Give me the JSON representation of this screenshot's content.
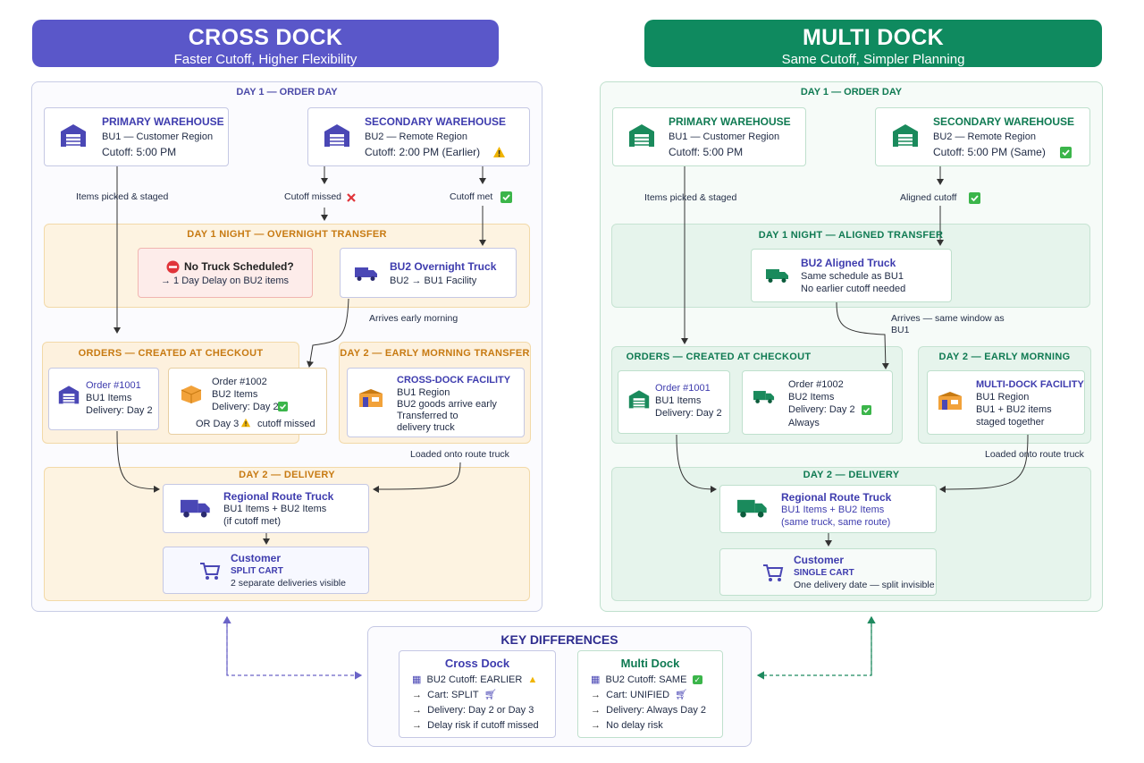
{
  "cross": {
    "title": "CROSS DOCK",
    "subtitle": "Faster Cutoff, Higher Flexibility",
    "day1": "DAY 1 — ORDER DAY",
    "primary": {
      "title": "PRIMARY WAREHOUSE",
      "line1": "BU1 — Customer Region",
      "line2": "Cutoff:  5:00 PM"
    },
    "secondary": {
      "title": "SECONDARY WAREHOUSE",
      "line1": "BU2 — Remote Region",
      "line2": "Cutoff:  2:00 PM  (Earlier)"
    },
    "lbl_picked": "Items picked & staged",
    "lbl_missed": "Cutoff missed",
    "lbl_met": "Cutoff met",
    "night": "DAY 1 NIGHT — OVERNIGHT TRANSFER",
    "no_truck": {
      "title": "No Truck Scheduled?",
      "line1": "→ 1 Day Delay on BU2 items"
    },
    "overnight": {
      "title": "BU2 Overnight Truck",
      "line1": "BU2 → BU1 Facility"
    },
    "lbl_arrives": "Arrives early morning",
    "orders": "ORDERS — CREATED AT CHECKOUT",
    "order1": {
      "title": "Order #1001",
      "line1": "BU1 Items",
      "line2": "Delivery: Day 2"
    },
    "order2": {
      "title": "Order #1002",
      "line1": "BU2 Items",
      "line2": "Delivery: Day 2",
      "line3a": "OR Day 3",
      "line3b": "cutoff missed"
    },
    "early": "DAY 2 — EARLY MORNING TRANSFER",
    "facility": {
      "title": "CROSS-DOCK FACILITY",
      "line1": "BU1 Region",
      "line2": "BU2 goods arrive early",
      "line3": "Transferred to",
      "line4": "delivery truck"
    },
    "lbl_loaded": "Loaded onto route truck",
    "delivery": "DAY 2 — DELIVERY",
    "route": {
      "title": "Regional Route Truck",
      "line1": "BU1 Items + BU2 Items",
      "line2": "(if cutoff met)"
    },
    "customer": {
      "title": "Customer",
      "line1": "SPLIT CART",
      "line2": "2 separate deliveries visible"
    }
  },
  "multi": {
    "title": "MULTI DOCK",
    "subtitle": "Same Cutoff, Simpler Planning",
    "day1": "DAY 1 — ORDER DAY",
    "primary": {
      "title": "PRIMARY WAREHOUSE",
      "line1": "BU1 — Customer Region",
      "line2": "Cutoff:  5:00 PM"
    },
    "secondary": {
      "title": "SECONDARY WAREHOUSE",
      "line1": "BU2 — Remote Region",
      "line2": "Cutoff:  5:00 PM   (Same)"
    },
    "lbl_picked": "Items picked & staged",
    "lbl_aligned": "Aligned cutoff",
    "night": "DAY 1 NIGHT — ALIGNED TRANSFER",
    "aligned": {
      "title": "BU2 Aligned Truck",
      "line1": "Same schedule as BU1",
      "line2": "No earlier cutoff needed"
    },
    "lbl_arrives1": "Arrives — same window as",
    "lbl_arrives2": "BU1",
    "orders": "ORDERS — CREATED AT CHECKOUT",
    "order1": {
      "title": "Order #1001",
      "line1": "BU1 Items",
      "line2": "Delivery: Day 2"
    },
    "order2": {
      "title": "Order #1002",
      "line1": "BU2 Items",
      "line2": "Delivery: Day 2",
      "line3": "Always"
    },
    "early": "DAY 2 — EARLY MORNING",
    "facility": {
      "title": "MULTI-DOCK FACILITY",
      "line1": "BU1 Region",
      "line2": "BU1 + BU2 items",
      "line3": "staged together"
    },
    "lbl_loaded": "Loaded onto route truck",
    "delivery": "DAY 2 — DELIVERY",
    "route": {
      "title": "Regional Route Truck",
      "line1": "BU1 Items + BU2 Items",
      "line2": "(same truck, same route)"
    },
    "customer": {
      "title": "Customer",
      "line1": "SINGLE CART",
      "line2": "One delivery date — split invisible"
    }
  },
  "key": {
    "title": "KEY DIFFERENCES",
    "cross": {
      "title": "Cross Dock",
      "items": [
        "BU2 Cutoff: EARLIER",
        "Cart: SPLIT",
        "Delivery: Day 2 or Day 3",
        "Delay risk if cutoff missed"
      ]
    },
    "multi": {
      "title": "Multi Dock",
      "items": [
        "BU2 Cutoff: SAME",
        "Cart: UNIFIED",
        "Delivery: Always Day 2",
        "No delay risk"
      ]
    }
  },
  "colors": {
    "cross_brand": "#5a57c9",
    "multi_brand": "#0f8a5f",
    "night_zone": "#fdf3e1",
    "orders_zone": "#fdf1de",
    "multi_zone": "#e6f4ec",
    "amber_text": "#c77a12",
    "warning": "#f0b400",
    "check": "#3bb54a",
    "cross_x": "#e0343a"
  },
  "icons": [
    "warehouse-icon",
    "truck-icon",
    "box-icon",
    "cart-icon",
    "facility-icon",
    "warning-icon",
    "check-icon",
    "cross-x-icon",
    "no-entry-icon",
    "calendar-icon"
  ]
}
